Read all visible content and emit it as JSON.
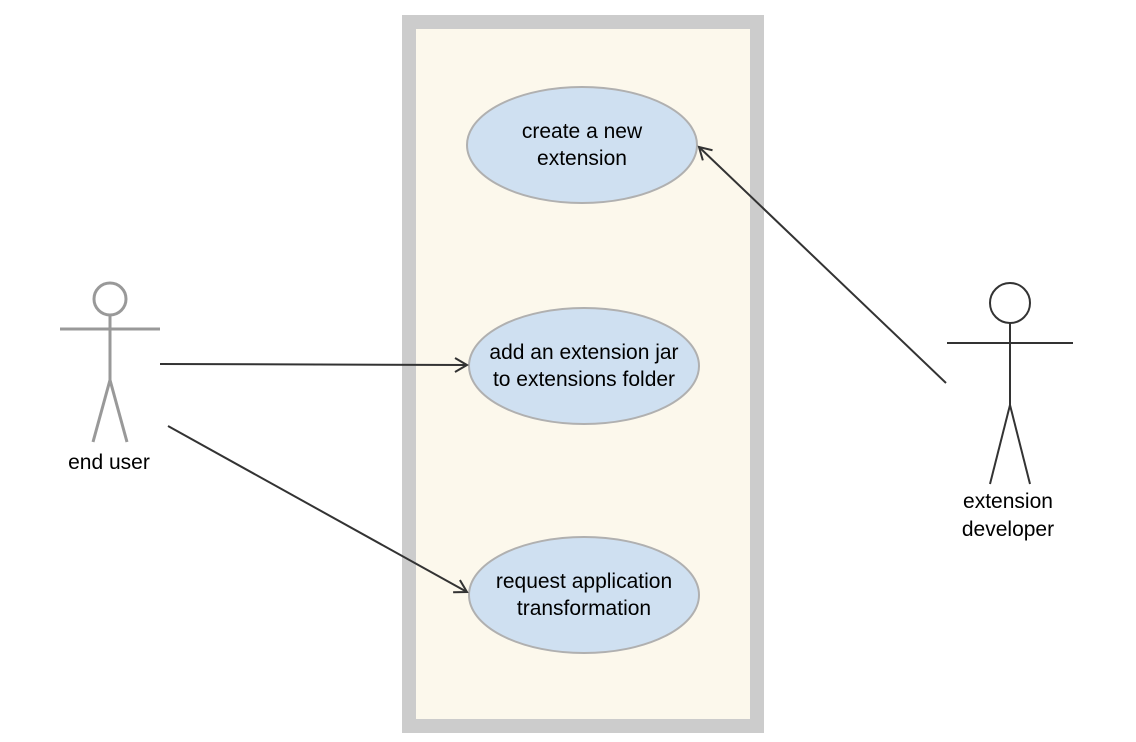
{
  "colors": {
    "background": "#ffffff",
    "system_fill": "#fcf8ec",
    "system_border": "#cccccc",
    "usecase_fill": "#cfe0f1",
    "usecase_stroke": "#b0b0b0",
    "end_user_stroke": "#999999",
    "developer_stroke": "#333333",
    "arrow": "#333333"
  },
  "use_cases": [
    {
      "id": "create",
      "lines": [
        "create a new",
        "extension"
      ]
    },
    {
      "id": "add_jar",
      "lines": [
        "add an extension jar",
        "to extensions folder"
      ]
    },
    {
      "id": "transform",
      "lines": [
        "request application",
        "transformation"
      ]
    }
  ],
  "actors": [
    {
      "id": "end_user",
      "lines": [
        "end user"
      ]
    },
    {
      "id": "extension_developer",
      "lines": [
        "extension",
        "developer"
      ]
    }
  ],
  "associations": [
    {
      "from": "end_user",
      "to": "add_jar"
    },
    {
      "from": "end_user",
      "to": "transform"
    },
    {
      "from": "extension_developer",
      "to": "create"
    }
  ]
}
